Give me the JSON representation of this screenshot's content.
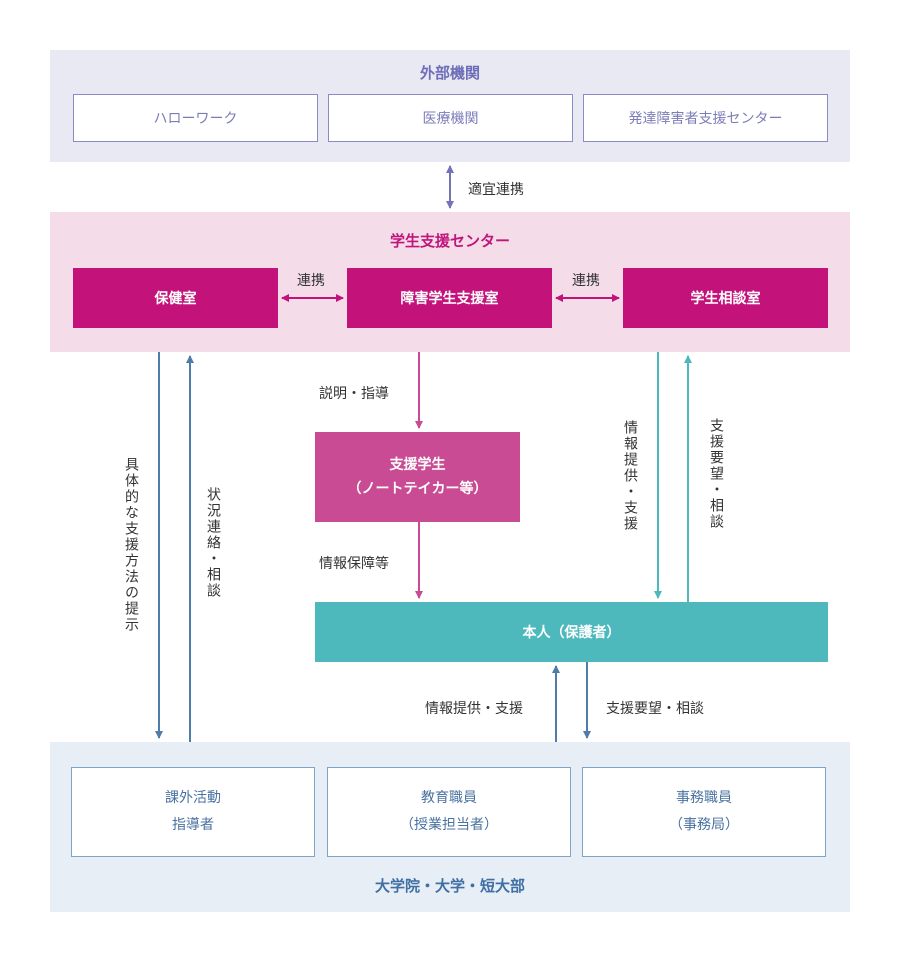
{
  "external": {
    "title": "外部機関",
    "boxes": [
      "ハローワーク",
      "医療機関",
      "発達障害者支援センター"
    ]
  },
  "links": {
    "appropriate": "適宜連携",
    "renkei_left": "連携",
    "renkei_right": "連携",
    "explain": "説明・指導",
    "info_guarantee": "情報保障等",
    "info_support_right": "情報提供・支援",
    "request_right": "支援要望・相談",
    "method": "具体的な支援方法の提示",
    "status": "状況連絡・相談",
    "info_support_bottom": "情報提供・支援",
    "request_bottom": "支援要望・相談"
  },
  "center": {
    "title": "学生支援センター",
    "health": "保健室",
    "disability": "障害学生支援室",
    "counsel": "学生相談室"
  },
  "support": {
    "line1": "支援学生",
    "line2": "（ノートテイカー等）"
  },
  "person": "本人（保護者）",
  "university": {
    "title": "大学院・大学・短大部",
    "boxes": [
      {
        "line1": "課外活動",
        "line2": "指導者"
      },
      {
        "line1": "教育職員",
        "line2": "（授業担当者）"
      },
      {
        "line1": "事務職員",
        "line2": "（事務局）"
      }
    ]
  },
  "colors": {
    "external_accent": "#6e6eb8",
    "center_accent": "#c3137b",
    "support_fill": "#c84b93",
    "person_fill": "#4db9bd",
    "university_accent": "#3f6fa5"
  }
}
